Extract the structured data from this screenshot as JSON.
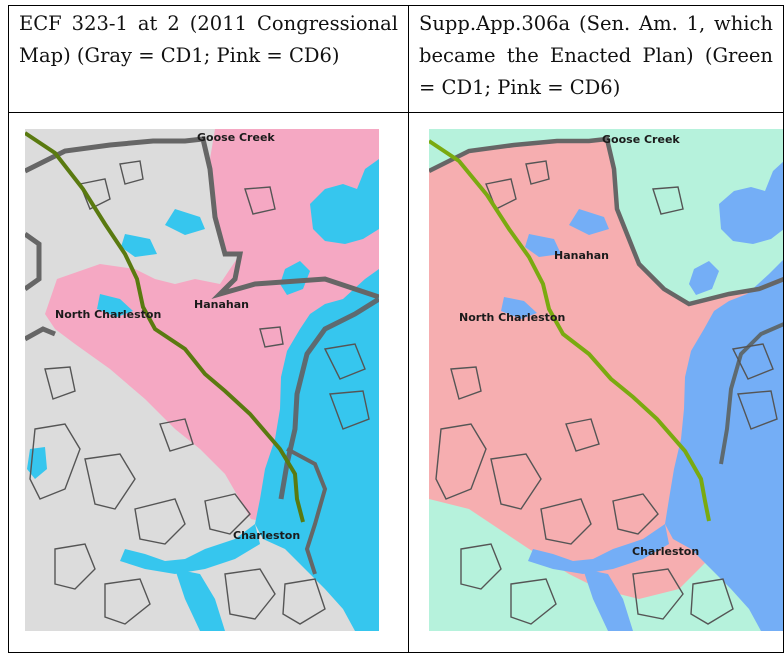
{
  "left": {
    "caption": "ECF 323-1 at 2 (2011 Congressional Map) (Gray = CD1; Pink = CD6)",
    "labels": {
      "goose_creek": "Goose Creek",
      "hanahan": "Hanahan",
      "north_charleston": "North Charleston",
      "charleston": "Charleston"
    },
    "colors": {
      "cd1": "#dcdcdc",
      "cd6": "#f5a8c3",
      "water": "#36c6ee",
      "boundary": "#666666",
      "rail": "#5a7a10"
    }
  },
  "right": {
    "caption": "Supp.App.306a (Sen. Am. 1, which became the Enacted Plan) (Green = CD1; Pink = CD6)",
    "labels": {
      "goose_creek": "Goose Creek",
      "hanahan": "Hanahan",
      "north_charleston": "North Charleston",
      "charleston": "Charleston"
    },
    "colors": {
      "cd1": "#b6f2dc",
      "cd6": "#f6aeb0",
      "water": "#74aef6",
      "boundary": "#666666",
      "rail": "#7aaa10"
    }
  }
}
